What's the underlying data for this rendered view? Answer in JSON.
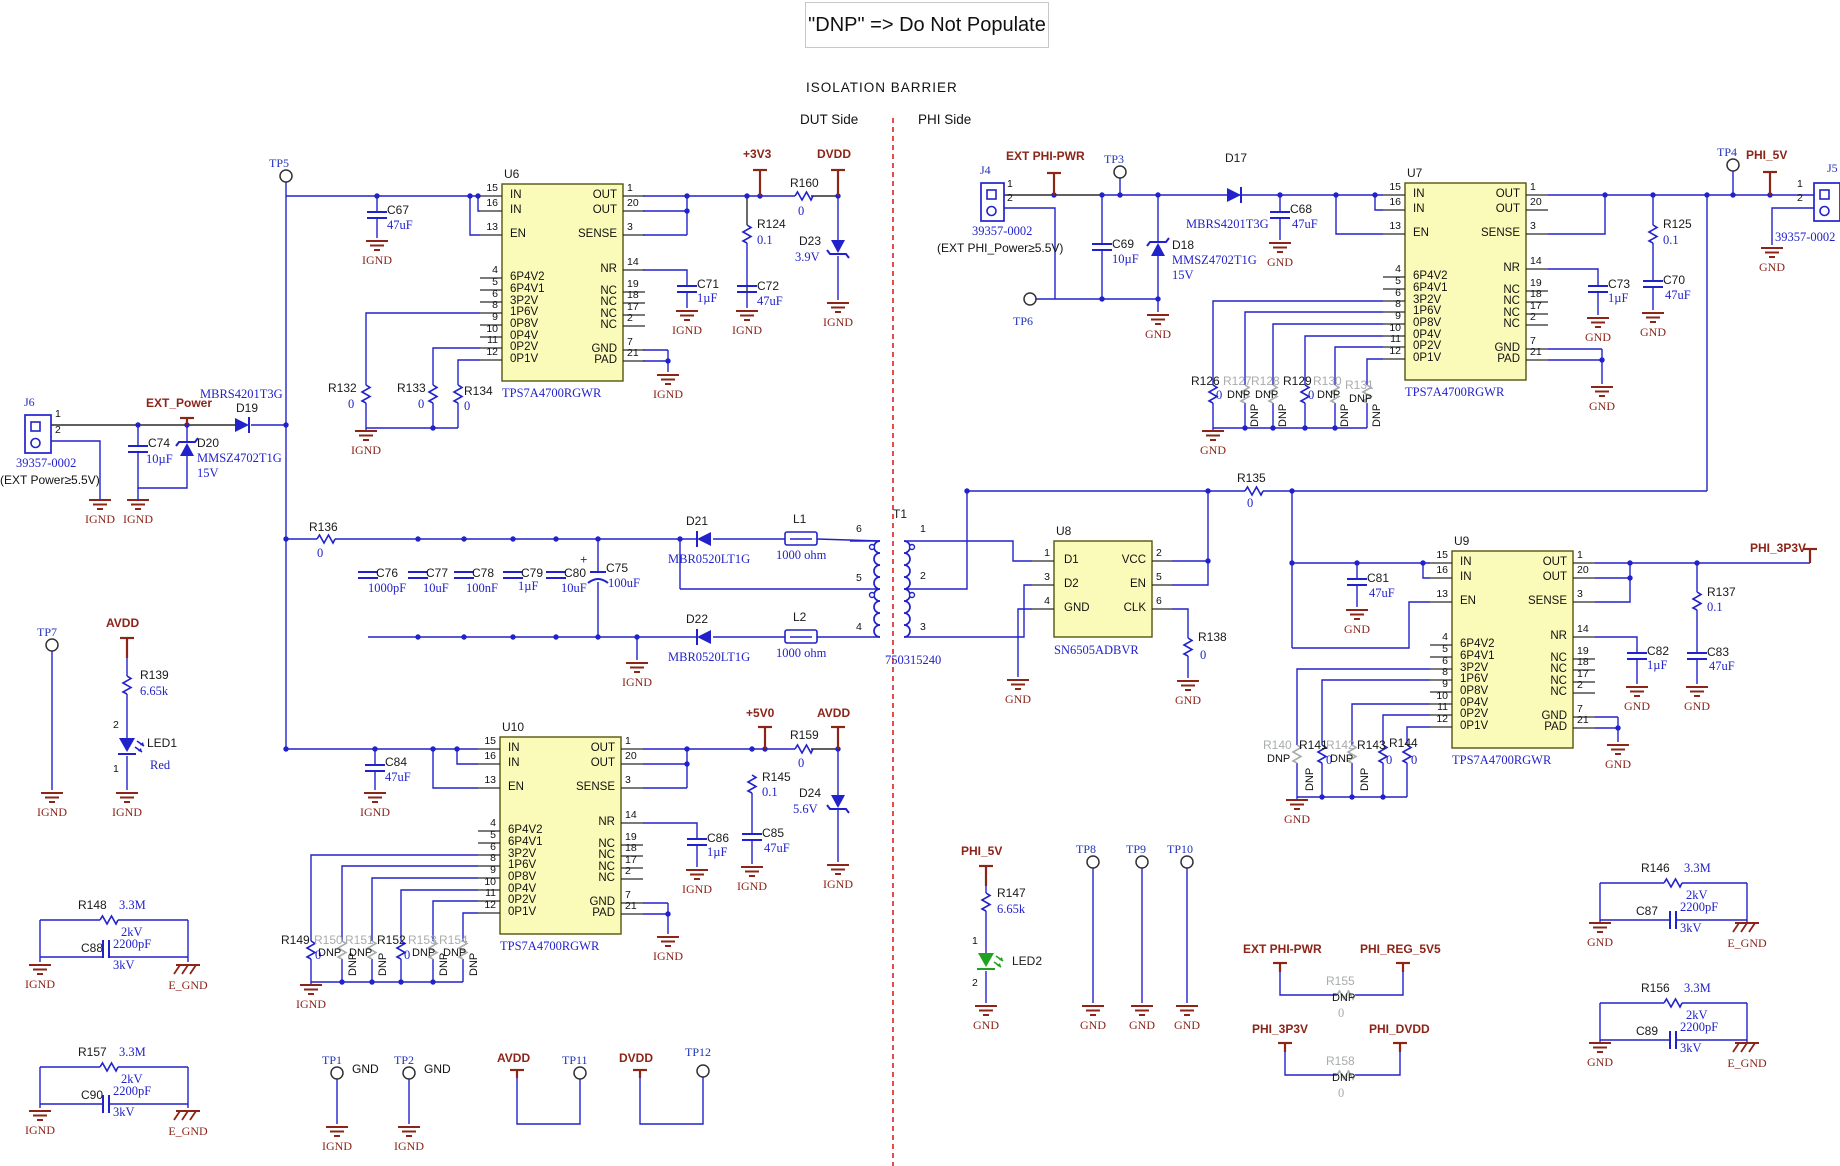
{
  "title_note": "\"DNP\" => Do Not Populate",
  "barrier": {
    "title": "ISOLATION  BARRIER",
    "left": "DUT Side",
    "right": "PHI Side"
  },
  "ics": {
    "u6": {
      "ref": "U6",
      "part": "TPS7A4700RGWR"
    },
    "u7": {
      "ref": "U7",
      "part": "TPS7A4700RGWR"
    },
    "u9": {
      "ref": "U9",
      "part": "TPS7A4700RGWR"
    },
    "u10": {
      "ref": "U10",
      "part": "TPS7A4700RGWR"
    },
    "u8": {
      "ref": "U8",
      "part": "SN6505ADBVR"
    }
  },
  "ldo_pins": {
    "left": [
      {
        "n": "15",
        "name": "IN"
      },
      {
        "n": "16",
        "name": "IN"
      },
      {
        "n": "13",
        "name": "EN"
      },
      {
        "n": "4",
        "name": "6P4V2"
      },
      {
        "n": "5",
        "name": "6P4V1"
      },
      {
        "n": "6",
        "name": "3P2V"
      },
      {
        "n": "8",
        "name": "1P6V"
      },
      {
        "n": "9",
        "name": "0P8V"
      },
      {
        "n": "10",
        "name": "0P4V"
      },
      {
        "n": "11",
        "name": "0P2V"
      },
      {
        "n": "12",
        "name": "0P1V"
      }
    ],
    "right": [
      {
        "n": "1",
        "name": "OUT"
      },
      {
        "n": "20",
        "name": "OUT"
      },
      {
        "n": "3",
        "name": "SENSE"
      },
      {
        "n": "14",
        "name": "NR"
      },
      {
        "n": "19",
        "name": "NC"
      },
      {
        "n": "18",
        "name": "NC"
      },
      {
        "n": "17",
        "name": "NC"
      },
      {
        "n": "2",
        "name": "NC"
      },
      {
        "n": "7",
        "name": "GND"
      },
      {
        "n": "21",
        "name": "PAD"
      }
    ]
  },
  "u8_pins": {
    "left": [
      {
        "n": "1",
        "name": "D1"
      },
      {
        "n": "3",
        "name": "D2"
      },
      {
        "n": "4",
        "name": "GND"
      }
    ],
    "right": [
      {
        "n": "2",
        "name": "VCC"
      },
      {
        "n": "5",
        "name": "EN"
      },
      {
        "n": "6",
        "name": "CLK"
      }
    ]
  },
  "transformer": {
    "ref": "T1",
    "part": "750315240",
    "pins_left": [
      "6",
      "5",
      "4"
    ],
    "pins_right": [
      "1",
      "2",
      "3"
    ]
  },
  "connectors": {
    "j6": {
      "ref": "J6",
      "part": "39357-0002",
      "note": "(EXT Power≥5.5V)",
      "p1": "1",
      "p2": "2"
    },
    "j4": {
      "ref": "J4",
      "part": "39357-0002",
      "note": "(EXT PHI_Power≥5.5V)",
      "p1": "1",
      "p2": "2"
    },
    "j5": {
      "ref": "J5",
      "part": "39357-0002",
      "p1": "1",
      "p2": "2"
    }
  },
  "resistors": {
    "r124": {
      "ref": "R124",
      "value": "0.1"
    },
    "r125": {
      "ref": "R125",
      "value": "0.1"
    },
    "r126": {
      "ref": "R126",
      "value": "0"
    },
    "r127": {
      "ref": "R127",
      "dnp": "DNP"
    },
    "r128": {
      "ref": "R128",
      "dnp": "DNP"
    },
    "r129": {
      "ref": "R129",
      "value": "0"
    },
    "r130": {
      "ref": "R130",
      "dnp": "DNP"
    },
    "r131": {
      "ref": "R131",
      "dnp": "DNP"
    },
    "r132": {
      "ref": "R132",
      "value": "0"
    },
    "r133": {
      "ref": "R133",
      "value": "0"
    },
    "r134": {
      "ref": "R134",
      "value": "0"
    },
    "r135": {
      "ref": "R135",
      "value": "0"
    },
    "r136": {
      "ref": "R136",
      "value": "0"
    },
    "r137": {
      "ref": "R137",
      "value": "0.1"
    },
    "r138": {
      "ref": "R138",
      "value": "0"
    },
    "r139": {
      "ref": "R139",
      "value": "6.65k"
    },
    "r140": {
      "ref": "R140",
      "dnp": "DNP"
    },
    "r141": {
      "ref": "R141",
      "value": "0"
    },
    "r142": {
      "ref": "R142",
      "dnp": "DNP"
    },
    "r143": {
      "ref": "R143",
      "value": "0"
    },
    "r144": {
      "ref": "R144",
      "value": "0"
    },
    "r145": {
      "ref": "R145",
      "value": "0.1"
    },
    "r146": {
      "ref": "R146",
      "value": "3.3M",
      "rating": "2kV"
    },
    "r147": {
      "ref": "R147",
      "value": "6.65k"
    },
    "r148": {
      "ref": "R148",
      "value": "3.3M",
      "rating": "2kV"
    },
    "r149": {
      "ref": "R149",
      "value": "0"
    },
    "r150": {
      "ref": "R150",
      "dnp": "DNP"
    },
    "r151": {
      "ref": "R151",
      "dnp": "DNP"
    },
    "r152": {
      "ref": "R152",
      "value": "0"
    },
    "r153": {
      "ref": "R153",
      "dnp": "DNP"
    },
    "r154": {
      "ref": "R154",
      "dnp": "DNP"
    },
    "r155": {
      "ref": "R155",
      "dnp": "DNP",
      "value": "0"
    },
    "r156": {
      "ref": "R156",
      "value": "3.3M",
      "rating": "2kV"
    },
    "r157": {
      "ref": "R157",
      "value": "3.3M",
      "rating": "2kV"
    },
    "r158": {
      "ref": "R158",
      "dnp": "DNP",
      "value": "0"
    },
    "r159": {
      "ref": "R159",
      "value": "0"
    },
    "r160": {
      "ref": "R160",
      "value": "0"
    }
  },
  "capacitors": {
    "c67": {
      "ref": "C67",
      "value": "47uF"
    },
    "c68": {
      "ref": "C68",
      "value": "47uF"
    },
    "c69": {
      "ref": "C69",
      "value": "10µF"
    },
    "c70": {
      "ref": "C70",
      "value": "47uF"
    },
    "c71": {
      "ref": "C71",
      "value": "1µF"
    },
    "c72": {
      "ref": "C72",
      "value": "47uF"
    },
    "c73": {
      "ref": "C73",
      "value": "1µF"
    },
    "c74": {
      "ref": "C74",
      "value": "10µF"
    },
    "c75": {
      "ref": "C75",
      "value": "100uF"
    },
    "c76": {
      "ref": "C76",
      "value": "1000pF"
    },
    "c77": {
      "ref": "C77",
      "value": "10uF"
    },
    "c78": {
      "ref": "C78",
      "value": "100nF"
    },
    "c79": {
      "ref": "C79",
      "value": "1µF"
    },
    "c80": {
      "ref": "C80",
      "value": "10uF"
    },
    "c81": {
      "ref": "C81",
      "value": "47uF"
    },
    "c82": {
      "ref": "C82",
      "value": "1µF"
    },
    "c83": {
      "ref": "C83",
      "value": "47uF"
    },
    "c84": {
      "ref": "C84",
      "value": "47uF"
    },
    "c85": {
      "ref": "C85",
      "value": "47uF"
    },
    "c86": {
      "ref": "C86",
      "value": "1µF"
    },
    "c87": {
      "ref": "C87",
      "value": "2200pF",
      "rating": "3kV"
    },
    "c88": {
      "ref": "C88",
      "value": "2200pF",
      "rating": "3kV"
    },
    "c89": {
      "ref": "C89",
      "value": "2200pF",
      "rating": "3kV"
    },
    "c90": {
      "ref": "C90",
      "value": "2200pF",
      "rating": "3kV"
    }
  },
  "diodes": {
    "d17": {
      "ref": "D17",
      "part": "MBRS4201T3G"
    },
    "d18": {
      "ref": "D18",
      "part": "MMSZ4702T1G",
      "value": "15V"
    },
    "d19": {
      "ref": "D19",
      "part": "MBRS4201T3G"
    },
    "d20": {
      "ref": "D20",
      "part": "MMSZ4702T1G",
      "value": "15V"
    },
    "d21": {
      "ref": "D21",
      "part": "MBR0520LT1G"
    },
    "d22": {
      "ref": "D22",
      "part": "MBR0520LT1G"
    },
    "d23": {
      "ref": "D23",
      "value": "3.9V"
    },
    "d24": {
      "ref": "D24",
      "value": "5.6V"
    }
  },
  "inductors": {
    "l1": {
      "ref": "L1",
      "value": "1000 ohm"
    },
    "l2": {
      "ref": "L2",
      "value": "1000 ohm"
    }
  },
  "leds": {
    "led1": {
      "ref": "LED1",
      "color_name": "Red",
      "pin_top": "2",
      "pin_bottom": "1"
    },
    "led2": {
      "ref": "LED2",
      "pin_top": "1",
      "pin_bottom": "2"
    }
  },
  "testpoints": {
    "tp1": "TP1",
    "tp2": "TP2",
    "tp3": "TP3",
    "tp4": "TP4",
    "tp5": "TP5",
    "tp6": "TP6",
    "tp7": "TP7",
    "tp8": "TP8",
    "tp9": "TP9",
    "tp10": "TP10",
    "tp11": "TP11",
    "tp12": "TP12"
  },
  "nets": {
    "ext_power": "EXT_Power",
    "p3v3": "+3V3",
    "dvdd": "DVDD",
    "avdd": "AVDD",
    "p5v0": "+5V0",
    "ext_phi_pwr": "EXT PHI-PWR",
    "phi_5v": "PHI_5V",
    "phi_3p3v": "PHI_3P3V",
    "phi_reg_5v5": "PHI_REG_5V5",
    "phi_dvdd": "PHI_DVDD",
    "gnd_black": "GND"
  },
  "grounds": {
    "ignd": "IGND",
    "gnd": "GND",
    "e_gnd": "E_GND"
  },
  "plus_sign": "+",
  "colors": {
    "wire": "#2222CC",
    "net": "#8C2418",
    "ic_fill": "#FBFBB9",
    "ic_stroke": "#55550F",
    "dnp": "#A9ACAC",
    "barrier": "#E02020"
  }
}
